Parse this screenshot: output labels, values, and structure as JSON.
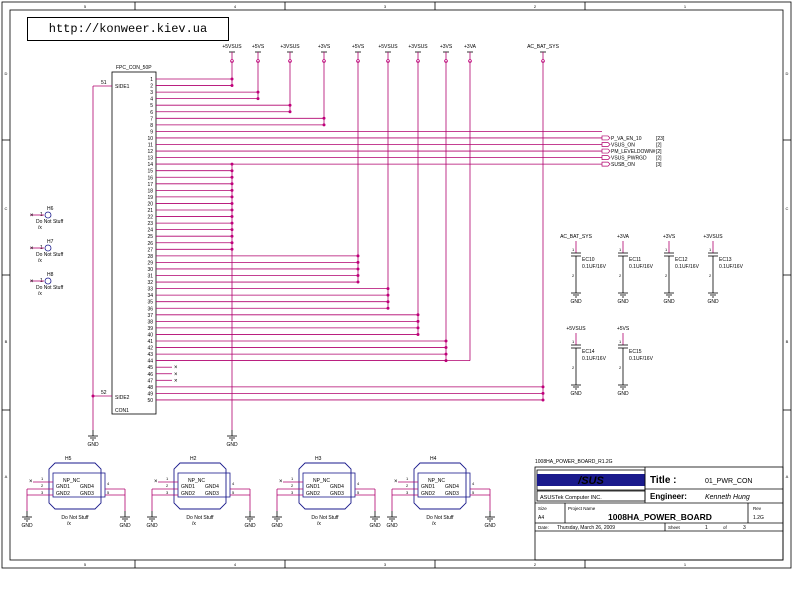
{
  "url": "http://konweer.kiev.ua",
  "frame": {
    "cols_top": [
      "6",
      "5",
      "4",
      "3",
      "2",
      "1"
    ],
    "cols_bottom": [
      "6",
      "5",
      "4",
      "3",
      "2",
      "1"
    ],
    "rows": [
      "D",
      "C",
      "B",
      "A"
    ]
  },
  "rails": [
    {
      "label": "+5VSUS"
    },
    {
      "label": "+5VS"
    },
    {
      "label": "+3VSUS"
    },
    {
      "label": "+3VS"
    },
    {
      "label": "+5VS"
    },
    {
      "label": "+5VSUS"
    },
    {
      "label": "+3VSUS"
    },
    {
      "label": "+3VS"
    },
    {
      "label": "+3VA"
    },
    {
      "label": "AC_BAT_SYS"
    }
  ],
  "connector": {
    "name": "FPC_CON_50P",
    "ref": "CON1",
    "side1": "SIDE1",
    "side2": "SIDE2",
    "s1": "51",
    "s2": "52",
    "pins": [
      "1",
      "2",
      "3",
      "4",
      "5",
      "6",
      "7",
      "8",
      "9",
      "10",
      "11",
      "12",
      "13",
      "14",
      "15",
      "16",
      "17",
      "18",
      "19",
      "20",
      "21",
      "22",
      "23",
      "24",
      "25",
      "26",
      "27",
      "28",
      "29",
      "30",
      "31",
      "32",
      "33",
      "34",
      "35",
      "36",
      "37",
      "38",
      "39",
      "40",
      "41",
      "42",
      "43",
      "44",
      "45",
      "46",
      "47",
      "48",
      "49",
      "50"
    ]
  },
  "signals": [
    {
      "label": "P_VA_EN_10",
      "ref": "[23]"
    },
    {
      "label": "VSUS_ON",
      "ref": "[2]"
    },
    {
      "label": "PM_LEVELDOWN#",
      "ref": "[2]"
    },
    {
      "label": "VSUS_PWRGD",
      "ref": "[2]"
    },
    {
      "label": "SUSB_ON",
      "ref": "[3]"
    }
  ],
  "holes_left": [
    {
      "ref": "H6",
      "pin": "1",
      "note": "Do Not Stuff",
      "mark": "/x"
    },
    {
      "ref": "H7",
      "pin": "1",
      "note": "Do Not Stuff",
      "mark": "/x"
    },
    {
      "ref": "H8",
      "pin": "1",
      "note": "Do Not Stuff",
      "mark": "/x"
    }
  ],
  "caps": [
    {
      "rail": "AC_BAT_SYS",
      "ref": "EC10",
      "value": "0.1UF/16V",
      "p1": "1",
      "p2": "2"
    },
    {
      "rail": "+3VA",
      "ref": "EC11",
      "value": "0.1UF/16V",
      "p1": "1",
      "p2": "2"
    },
    {
      "rail": "+3VS",
      "ref": "EC12",
      "value": "0.1UF/16V",
      "p1": "1",
      "p2": "2"
    },
    {
      "rail": "+3VSUS",
      "ref": "EC13",
      "value": "0.1UF/16V",
      "p1": "1",
      "p2": "2"
    },
    {
      "rail": "+5VSUS",
      "ref": "EC14",
      "value": "0.1UF/16V",
      "p1": "1",
      "p2": "2"
    },
    {
      "rail": "+5VS",
      "ref": "EC15",
      "value": "0.1UF/16V",
      "p1": "1",
      "p2": "2"
    }
  ],
  "gnd": "GND",
  "holes_bottom": [
    {
      "ref": "H5",
      "np": "NP_NC",
      "g1": "GND1",
      "g2": "GND2",
      "g3": "GND3",
      "g4": "GND4",
      "p1": "1",
      "p2": "2",
      "p3": "3",
      "p4": "4",
      "p5": "5",
      "p6": "6",
      "note": "Do Not Stuff",
      "mark": "/x"
    },
    {
      "ref": "H2",
      "np": "NP_NC",
      "g1": "GND1",
      "g2": "GND2",
      "g3": "GND3",
      "g4": "GND4",
      "p1": "1",
      "p2": "2",
      "p3": "3",
      "p4": "4",
      "p5": "5",
      "p6": "6",
      "note": "Do Not Stuff",
      "mark": "/x"
    },
    {
      "ref": "H3",
      "np": "NP_NC",
      "g1": "GND1",
      "g2": "GND2",
      "g3": "GND3",
      "g4": "GND4",
      "p1": "1",
      "p2": "2",
      "p3": "3",
      "p4": "4",
      "p5": "5",
      "p6": "6",
      "note": "Do Not Stuff",
      "mark": "/x"
    },
    {
      "ref": "H4",
      "np": "NP_NC",
      "g1": "GND1",
      "g2": "GND2",
      "g3": "GND3",
      "g4": "GND4",
      "p1": "1",
      "p2": "2",
      "p3": "3",
      "p4": "4",
      "p5": "5",
      "p6": "6",
      "note": "Do Not Stuff",
      "mark": "/x"
    }
  ],
  "title_block": {
    "header": "1008HA_POWER_BOARD_R1.2G",
    "logo": "/SUS",
    "title_label": "Title :",
    "title": "01_PWR_CON",
    "company": "ASUSTek Computer INC.",
    "engineer_label": "Engineer:",
    "engineer": "Kenneth Hung",
    "size_label": "Size",
    "size": "A4",
    "project_label": "Project Name",
    "project": "1008HA_POWER_BOARD",
    "rev_label": "Rev",
    "rev": "1.2G",
    "date_label": "Date:",
    "date": "Thursday, March 26, 2009",
    "sheet_label": "Sheet",
    "sheet": "1",
    "of_label": "of",
    "sheets": "3"
  }
}
